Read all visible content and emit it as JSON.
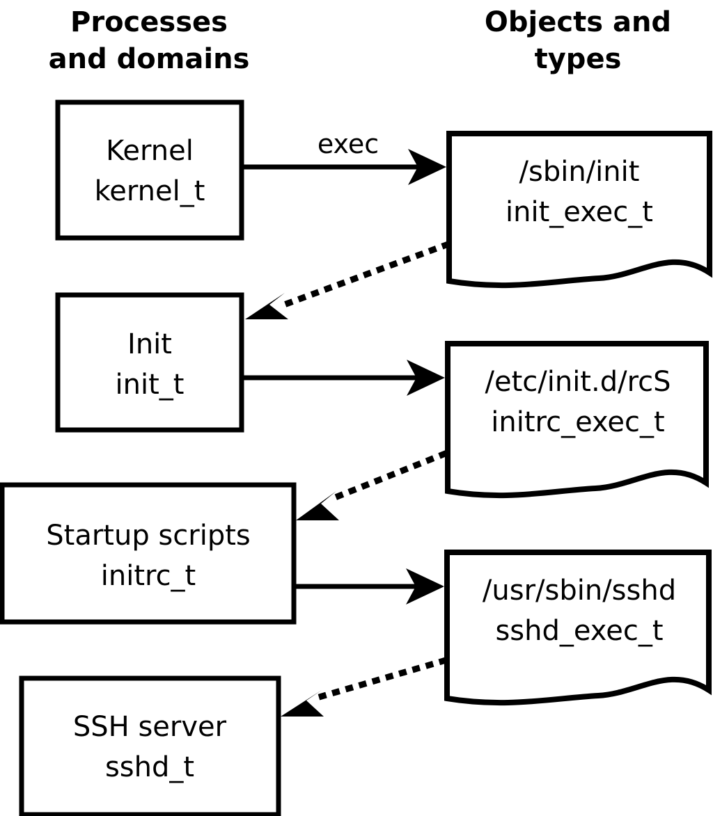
{
  "diagram": {
    "title_left": "Processes\nand domains",
    "columns": [
      {
        "id": "processes",
        "line1": "Processes",
        "line2": "and domains"
      },
      {
        "id": "objects",
        "line1": "Objects and",
        "line2": "types"
      }
    ],
    "process_nodes": [
      {
        "id": "kernel",
        "line1": "Kernel",
        "line2": "kernel_t"
      },
      {
        "id": "init",
        "line1": "Init",
        "line2": "init_t"
      },
      {
        "id": "initrc",
        "line1": "Startup scripts",
        "line2": "initrc_t"
      },
      {
        "id": "sshd",
        "line1": "SSH server",
        "line2": "sshd_t"
      }
    ],
    "object_nodes": [
      {
        "id": "init_exec",
        "line1": "/sbin/init",
        "line2": "init_exec_t"
      },
      {
        "id": "initrc_exec",
        "line1": "/etc/init.d/rcS",
        "line2": "initrc_exec_t"
      },
      {
        "id": "sshd_exec",
        "line1": "/usr/sbin/sshd",
        "line2": "sshd_exec_t"
      }
    ],
    "edges": [
      {
        "id": "kernel-exec-init_exec",
        "label": "exec",
        "style": "solid",
        "from": "kernel",
        "to": "init_exec"
      },
      {
        "id": "init_exec-transition-init",
        "label": "",
        "style": "dotted",
        "from": "init_exec",
        "to": "init"
      },
      {
        "id": "init-exec-initrc_exec",
        "label": "",
        "style": "solid",
        "from": "init",
        "to": "initrc_exec"
      },
      {
        "id": "initrc_exec-transition-initrc",
        "label": "",
        "style": "dotted",
        "from": "initrc_exec",
        "to": "initrc"
      },
      {
        "id": "initrc-exec-sshd_exec",
        "label": "",
        "style": "solid",
        "from": "initrc",
        "to": "sshd_exec"
      },
      {
        "id": "sshd_exec-transition-sshd",
        "label": "",
        "style": "dotted",
        "from": "sshd_exec",
        "to": "sshd"
      }
    ],
    "colors": {
      "stroke": "#000000",
      "fill": "#ffffff",
      "background": "#ffffff"
    }
  }
}
